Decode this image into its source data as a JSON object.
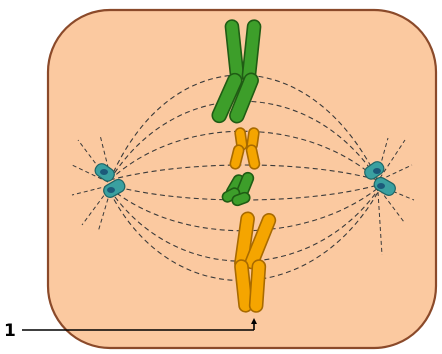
{
  "diagram": {
    "labels": [
      {
        "id": "1",
        "text": "1"
      }
    ],
    "colors": {
      "cell_fill": "#fbc9a0",
      "cell_outline": "#8b4a2a",
      "chromosome_green": "#3d9e2a",
      "chromosome_orange": "#f5a500",
      "centriole": "#3aa0a0"
    },
    "parts": [
      "cell",
      "spindle-fibers",
      "centrioles",
      "chromosomes"
    ]
  }
}
